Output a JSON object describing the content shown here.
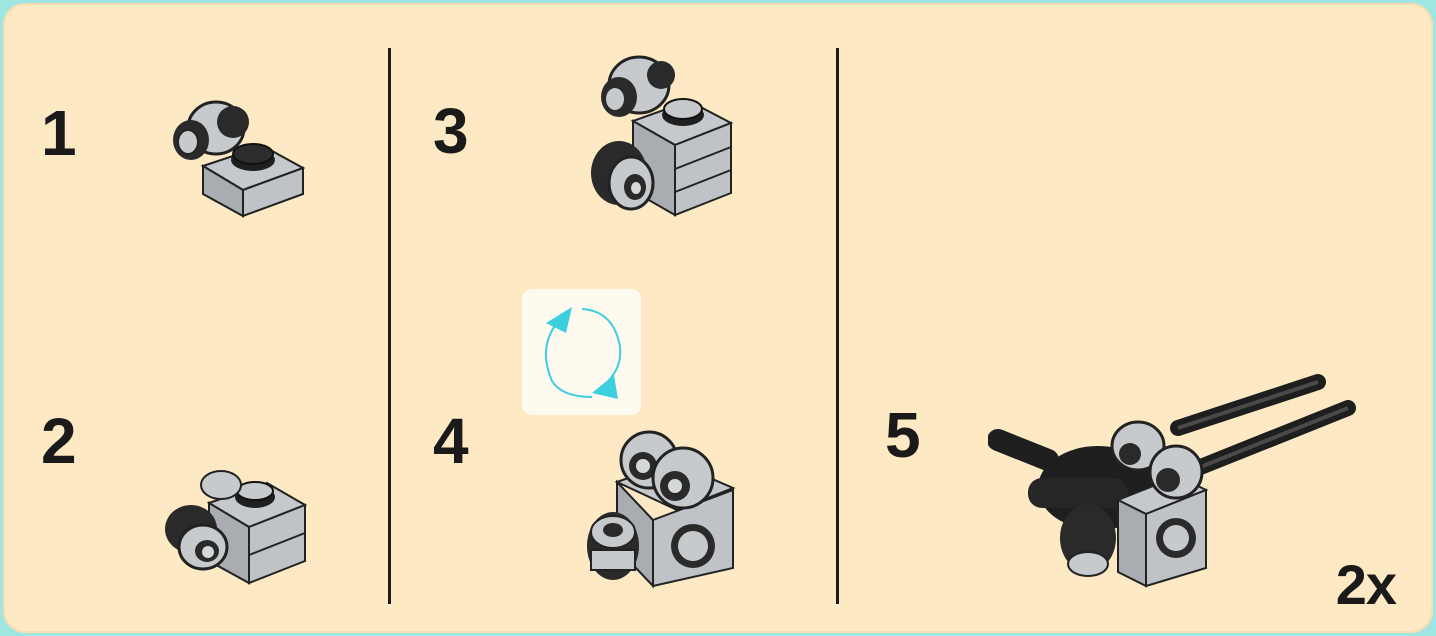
{
  "steps": [
    {
      "number": "1"
    },
    {
      "number": "2"
    },
    {
      "number": "3"
    },
    {
      "number": "4"
    },
    {
      "number": "5"
    }
  ],
  "quantity": "2x",
  "icons": {
    "rotate": "rotate-model-icon"
  },
  "colors": {
    "background": "#fde9c4",
    "border": "#9fe6e2",
    "brick_gray": "#b8bcc0",
    "brick_dark": "#2a2a2a",
    "rotate_arrows": "#3ccfe0"
  }
}
